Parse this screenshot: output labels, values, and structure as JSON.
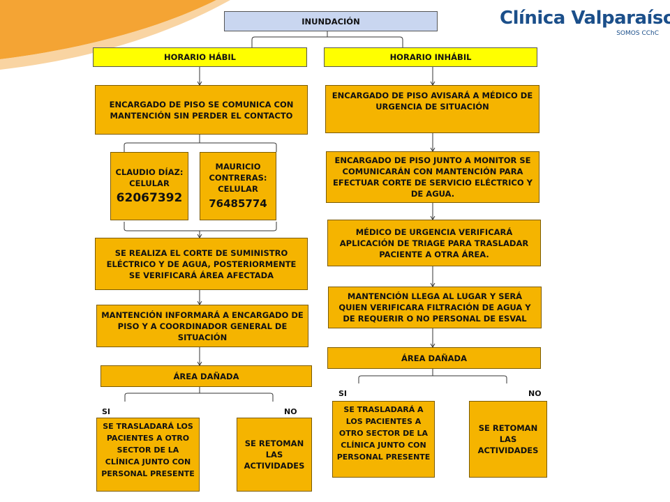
{
  "logo": {
    "name": "Clínica Valparaíso",
    "subtitle": "SOMOS CChC"
  },
  "flow": {
    "root": "INUNDACIÓN",
    "left": {
      "header": "HORARIO HÁBIL",
      "step1": "ENCARGADO DE PISO SE COMUNICA CON MANTENCIÓN SIN PERDER EL CONTACTO",
      "contact1": {
        "name": "CLAUDIO DÍAZ:",
        "label": "CELULAR",
        "phone": "62067392"
      },
      "contact2": {
        "name": "MAURICIO CONTRERAS:",
        "label": "CELULAR",
        "phone": "76485774"
      },
      "step2": "SE REALIZA EL CORTE DE SUMINISTRO ELÉCTRICO Y DE AGUA, POSTERIORMENTE SE VERIFICARÁ ÁREA AFECTADA",
      "step3": "MANTENCIÓN INFORMARÁ A ENCARGADO DE PISO Y A COORDINADOR GENERAL DE SITUACIÓN",
      "area": "ÁREA DAÑADA",
      "yes_label": "SI",
      "no_label": "NO",
      "yes_action": "SE TRASLADARÁ LOS PACIENTES A OTRO SECTOR DE LA CLÍNICA JUNTO CON PERSONAL PRESENTE",
      "no_action": "SE RETOMAN LAS ACTIVIDADES"
    },
    "right": {
      "header": "HORARIO INHÁBIL",
      "step1": "ENCARGADO DE PISO AVISARÁ A MÉDICO DE URGENCIA DE SITUACIÓN",
      "step2": "ENCARGADO DE PISO JUNTO A MONITOR SE COMUNICARÁN CON MANTENCIÓN PARA EFECTUAR CORTE DE SERVICIO ELÉCTRICO Y DE AGUA.",
      "step3": "MÉDICO DE URGENCIA VERIFICARÁ APLICACIÓN DE TRIAGE PARA TRASLADAR PACIENTE A OTRA ÁREA.",
      "step4": "MANTENCIÓN LLEGA AL LUGAR Y SERÁ QUIEN VERIFICARA FILTRACIÓN DE AGUA Y DE REQUERIR O NO PERSONAL DE ESVAL",
      "area": "ÁREA DAÑADA",
      "yes_label": "SI",
      "no_label": "NO",
      "yes_action": "SE TRASLADARÁ A LOS PACIENTES A OTRO SECTOR DE LA CLÍNICA JUNTO CON PERSONAL PRESENTE",
      "no_action": "SE RETOMAN LAS ACTIVIDADES"
    }
  },
  "colors": {
    "box_fill": "#f5b400",
    "header_fill": "#ffff00",
    "root_fill": "#c9d6f0",
    "accent_orange": "#f39a1e",
    "logo_blue": "#1b4f8a"
  }
}
